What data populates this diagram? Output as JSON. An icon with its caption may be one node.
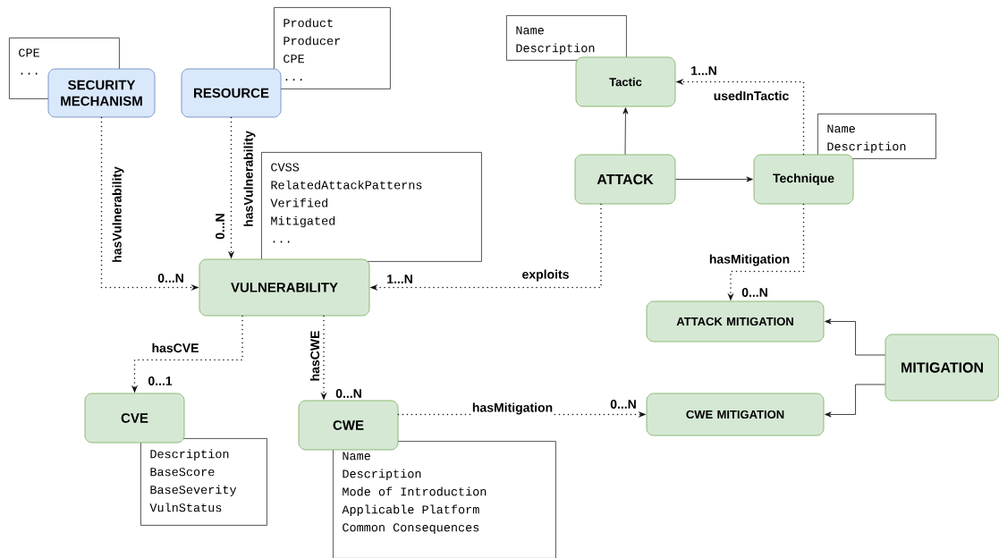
{
  "diagram": {
    "nodes": [
      {
        "text": [
          "CPE",
          "..."
        ]
      },
      {
        "text": [
          "SECURITY MECHANISM"
        ]
      },
      {
        "text": [
          "Product",
          "Producer",
          "CPE",
          "..."
        ]
      },
      {
        "text": [
          "RESOURCE"
        ]
      },
      {
        "text": [
          "CVSS",
          "RelatedAttackPatterns",
          "Verified",
          "Mitigated",
          "..."
        ]
      },
      {
        "text": [
          "VULNERABILITY"
        ]
      },
      {
        "text": [
          "Name",
          "Description"
        ]
      },
      {
        "text": [
          "Tactic"
        ]
      },
      {
        "text": [
          "ATTACK"
        ]
      },
      {
        "text": [
          "Name",
          "Description"
        ]
      },
      {
        "text": [
          "Technique"
        ]
      },
      {
        "text": [
          "ATTACK MITIGATION"
        ]
      },
      {
        "text": [
          "MITIGATION"
        ]
      },
      {
        "text": [
          "CVE"
        ]
      },
      {
        "text": [
          "Description",
          "BaseScore",
          "BaseSeverity",
          "VulnStatus"
        ]
      },
      {
        "text": [
          "CWE"
        ]
      },
      {
        "text": [
          "Name",
          "Description",
          "Mode of Introduction",
          "Applicable Platform",
          "Common Consequences"
        ]
      },
      {
        "text": [
          "CWE MITIGATION"
        ]
      }
    ],
    "edges": [
      {
        "from": 1,
        "to": 5,
        "arrow": "to",
        "label": "hasVulnerability",
        "style": "dashed"
      },
      {
        "from": 3,
        "to": 5,
        "arrow": "to",
        "label": "hasVulnerability",
        "style": "dashed"
      },
      {
        "from": 8,
        "to": 5,
        "arrow": "to",
        "label": "exploits",
        "style": "dashed"
      },
      {
        "from": 8,
        "to": 7,
        "arrow": "to"
      },
      {
        "from": 8,
        "to": 10,
        "arrow": "to"
      },
      {
        "from": 10,
        "to": 7,
        "arrow": "to",
        "label": "usedInTactic",
        "style": "dashed"
      },
      {
        "from": 10,
        "to": 11,
        "arrow": "to",
        "label": "hasMitigation",
        "style": "dashed"
      },
      {
        "from": 5,
        "to": 13,
        "arrow": "to",
        "label": "hasCVE",
        "style": "dashed"
      },
      {
        "from": 5,
        "to": 15,
        "arrow": "to",
        "label": "hasCWE",
        "style": "dashed"
      },
      {
        "from": 15,
        "to": 17,
        "arrow": "to",
        "label": "hasMitigation",
        "style": "dashed"
      },
      {
        "from": 12,
        "to": 11,
        "arrow": "to"
      },
      {
        "from": 12,
        "to": 17,
        "arrow": "to"
      }
    ],
    "labels": [
      "0...N",
      "0...N",
      "1...N",
      "1...N",
      "0...N",
      "0...1",
      "0...N",
      "0...N"
    ]
  }
}
